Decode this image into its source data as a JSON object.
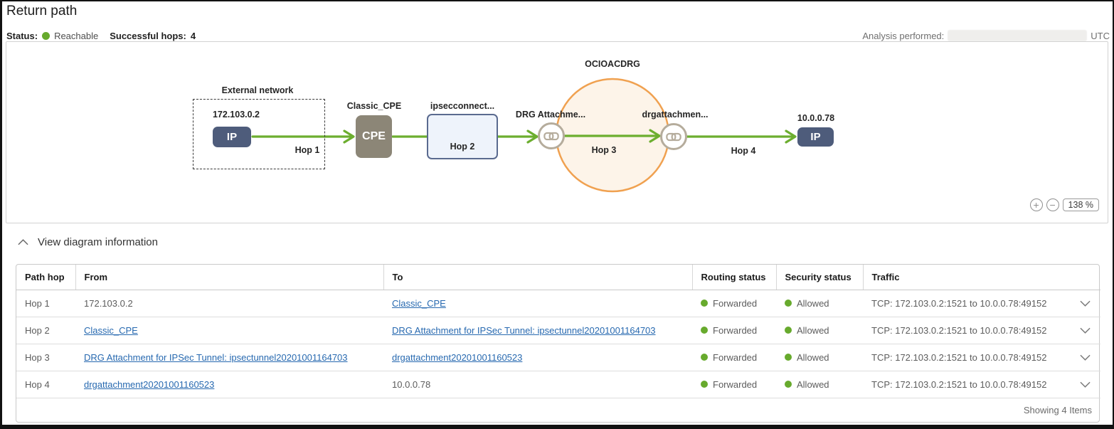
{
  "header": {
    "title": "Return path"
  },
  "status_bar": {
    "status_label": "Status:",
    "status_value": "Reachable",
    "hops_label": "Successful hops:",
    "hops_value": "4",
    "analysis_label": "Analysis performed:",
    "analysis_suffix": "UTC"
  },
  "diagram": {
    "drg_group_label": "OCIOACDRG",
    "external_network_label": "External network",
    "source_ip_label": "172.103.0.2",
    "source_ip_badge": "IP",
    "hop1_label": "Hop 1",
    "cpe_label": "Classic_CPE",
    "cpe_badge": "CPE",
    "ipsec_label": "ipsecconnect...",
    "hop2_label": "Hop 2",
    "drg_attachment_in_label": "DRG Attachme...",
    "hop3_label": "Hop 3",
    "drg_attachment_out_label": "drgattachmen...",
    "hop4_label": "Hop 4",
    "dest_ip_label": "10.0.0.78",
    "dest_ip_badge": "IP",
    "zoom_in": "+",
    "zoom_out": "−",
    "zoom_level": "138 %"
  },
  "section": {
    "toggle_label": "View diagram information"
  },
  "table": {
    "columns": [
      "Path hop",
      "From",
      "To",
      "Routing status",
      "Security status",
      "Traffic"
    ],
    "rows": [
      {
        "hop": "Hop 1",
        "from": {
          "text": "172.103.0.2",
          "link": false
        },
        "to": {
          "text": "Classic_CPE",
          "link": true
        },
        "routing_status": "Forwarded",
        "security_status": "Allowed",
        "traffic": "TCP: 172.103.0.2:1521 to 10.0.0.78:49152"
      },
      {
        "hop": "Hop 2",
        "from": {
          "text": "Classic_CPE",
          "link": true
        },
        "to": {
          "text": "DRG Attachment for IPSec Tunnel: ipsectunnel20201001164703",
          "link": true
        },
        "routing_status": "Forwarded",
        "security_status": "Allowed",
        "traffic": "TCP: 172.103.0.2:1521 to 10.0.0.78:49152"
      },
      {
        "hop": "Hop 3",
        "from": {
          "text": "DRG Attachment for IPSec Tunnel: ipsectunnel20201001164703",
          "link": true
        },
        "to": {
          "text": "drgattachment20201001160523",
          "link": true
        },
        "routing_status": "Forwarded",
        "security_status": "Allowed",
        "traffic": "TCP: 172.103.0.2:1521 to 10.0.0.78:49152"
      },
      {
        "hop": "Hop 4",
        "from": {
          "text": "drgattachment20201001160523",
          "link": true
        },
        "to": {
          "text": "10.0.0.78",
          "link": false
        },
        "routing_status": "Forwarded",
        "security_status": "Allowed",
        "traffic": "TCP: 172.103.0.2:1521 to 10.0.0.78:49152"
      }
    ],
    "footer": "Showing 4 Items"
  },
  "colors": {
    "accent_green": "#6cae2f",
    "drg_circle_border": "#f0a150",
    "drg_circle_fill": "#fdf4e9",
    "ip_badge": "#4e5c7b",
    "cpe_box": "#8c8677",
    "link_blue": "#2769b0"
  }
}
